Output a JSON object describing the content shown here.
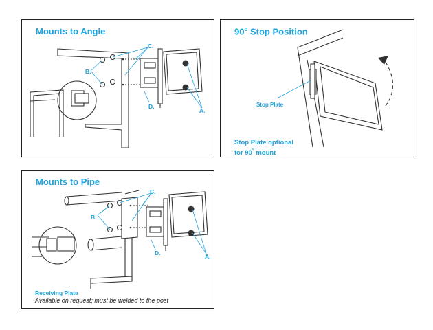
{
  "panels": {
    "angle": {
      "title": "Mounts to Angle",
      "label_a": "A.",
      "label_b": "B.",
      "label_c": "C.",
      "label_d": "D."
    },
    "stop": {
      "title_main": "90",
      "title_sup": "o",
      "title_rest": " Stop Position",
      "stop_plate_label": "Stop Plate",
      "note_line1": "Stop Plate optional",
      "note_line2_main": "for 90",
      "note_line2_sup": "°",
      "note_line2_rest": " mount"
    },
    "pipe": {
      "title": "Mounts to Pipe",
      "label_a": "A.",
      "label_b": "B.",
      "label_c": "C.",
      "label_d": "D.",
      "receiving_plate": "Receiving Plate",
      "receiving_note": "Available on request; must be welded to the post"
    }
  },
  "colors": {
    "accent": "#1fa3dd",
    "line": "#333333",
    "border": "#222222"
  }
}
